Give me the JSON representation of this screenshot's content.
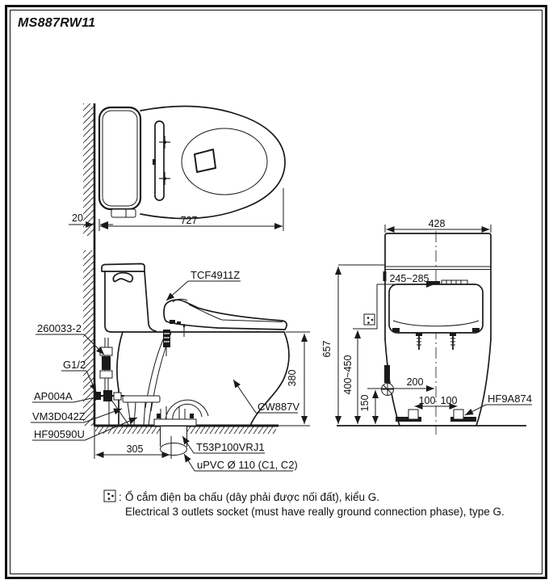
{
  "title": "MS887RW11",
  "top_view": {
    "dim_length": "727",
    "dim_wall_gap": "20"
  },
  "side_view": {
    "part_labels": {
      "washlet_unit": "TCF4911Z",
      "supply_part": "260033-2",
      "water_inlet_thread": "G1/2",
      "stop_valve": "AP004A",
      "hose": "VM3D042Z",
      "fixing_part": "HF90590U",
      "bowl": "CW887V",
      "flange": "T53P100VRJ1",
      "drain_pipe": "uPVC Ø 110 (C1, C2)"
    },
    "dims": {
      "rim_height": "380",
      "drain_set_out": "305"
    }
  },
  "front_view": {
    "part_labels": {
      "bolt_cap": "HF9A874"
    },
    "dims": {
      "width": "428",
      "socket_side_offset": "245~285",
      "total_height": "657",
      "socket_height": "400~450",
      "valve_height": "150",
      "valve_side_offset": "200",
      "bolt_pitch_left": "100",
      "bolt_pitch_right": "100"
    }
  },
  "footer": {
    "separator": ":",
    "note_vi": "Ổ cắm điện ba chấu (dây phải được nối đất), kiểu G.",
    "note_en": "Electrical 3 outlets socket (must have really ground connection phase), type G."
  }
}
